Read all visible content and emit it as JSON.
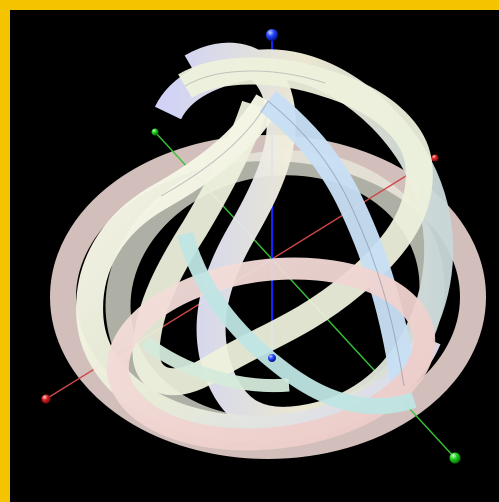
{
  "viewer": {
    "title": "",
    "background_color": "#000000",
    "frame_color": "#f5c400"
  },
  "scene": {
    "objects": [
      "x-axis",
      "y-axis",
      "z-axis",
      "vertical-ring",
      "tilted-ring",
      "horizontal-ring"
    ],
    "axis_colors": {
      "x": "#d84b4b",
      "y": "#3fc43f",
      "z": "#1f32ff"
    },
    "ring_colors": {
      "front": "#f2f0dd",
      "side": "#dfe8ff",
      "rim": "#f0d8d5",
      "inner": "#cfe8e8"
    },
    "axis_tip_colors": {
      "red": "#d92222",
      "green": "#24d824",
      "blue": "#1a2cff"
    }
  }
}
